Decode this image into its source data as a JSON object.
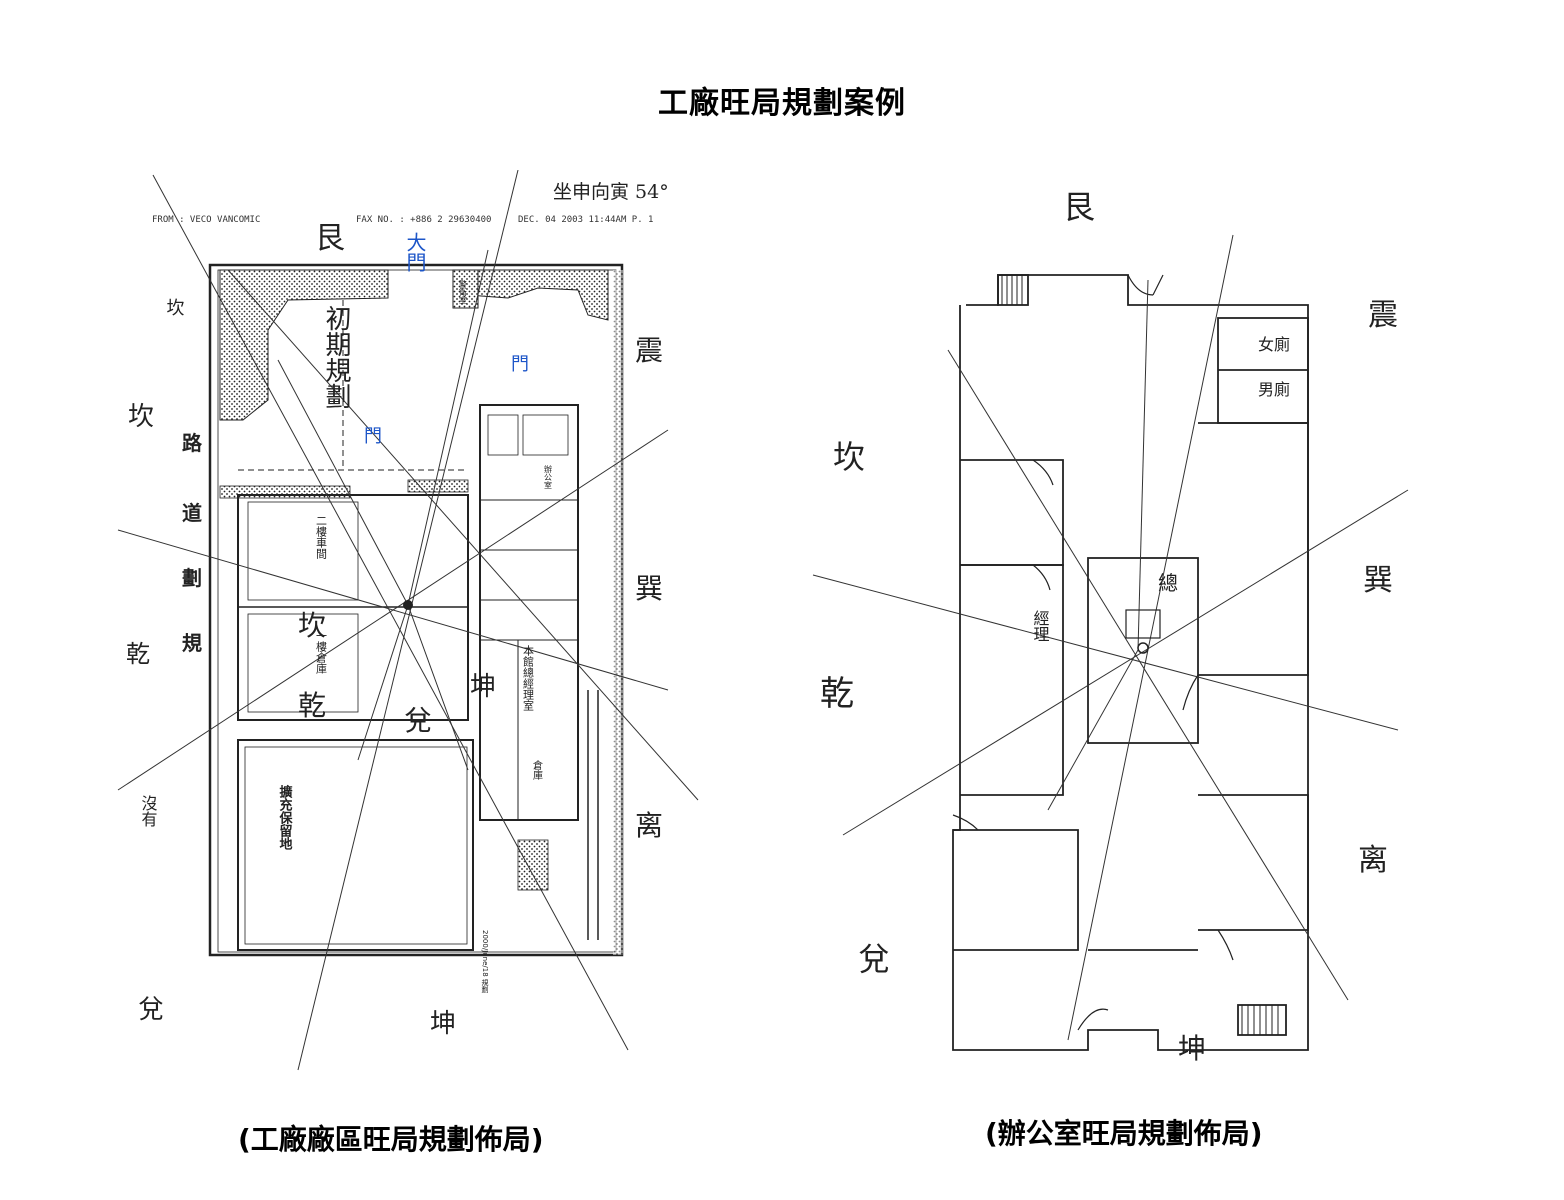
{
  "page": {
    "title": "工廠旺局規劃案例",
    "left_caption": "(工廠廠區旺局規劃佈局)",
    "right_caption": "(辦公室旺局規劃佈局)"
  },
  "factory_plan": {
    "fax_header": {
      "from": "FROM : VECO VANCOMIC",
      "fax": "FAX NO. : +886 2 29630400",
      "date": "DEC. 04 2003 11:44AM P. 1"
    },
    "orientation_note": "坐申向寅 54°",
    "directions": {
      "top": "艮",
      "right_top": "震",
      "right_mid": "巽",
      "right_bottom": "离",
      "bottom": "坤",
      "left_bottom": "兌",
      "left_mid": "乾",
      "left_top": "坎"
    },
    "road_label": [
      "規",
      "劃",
      "道",
      "路"
    ],
    "road_left_vertical": "坎",
    "road_left_text": "沒有",
    "handwritten": {
      "plan_note": "初期規劃",
      "big_door": "大門",
      "door_1": "門",
      "door_2": "門",
      "kan": "坎",
      "qian": "乾",
      "dui": "兌",
      "kun": "坤"
    },
    "rooms": {
      "room_two": "二樓車間",
      "room_one": "一樓倉庫",
      "expansion": "擴充保留地",
      "annex": "本館總經理室",
      "storage": "倉庫",
      "guard": "警衛室",
      "office": "辦公室"
    },
    "stamp": "2000/June/18 規劃"
  },
  "office_plan": {
    "directions": {
      "top": "艮",
      "right_top": "震",
      "right_mid": "巽",
      "right_bottom": "离",
      "bottom": "坤",
      "left_bottom": "兌",
      "left_mid": "乾",
      "left_top": "坎"
    },
    "rooms": {
      "women_restroom": "女廁",
      "men_restroom": "男廁",
      "center": "總",
      "manager": "經理"
    }
  }
}
